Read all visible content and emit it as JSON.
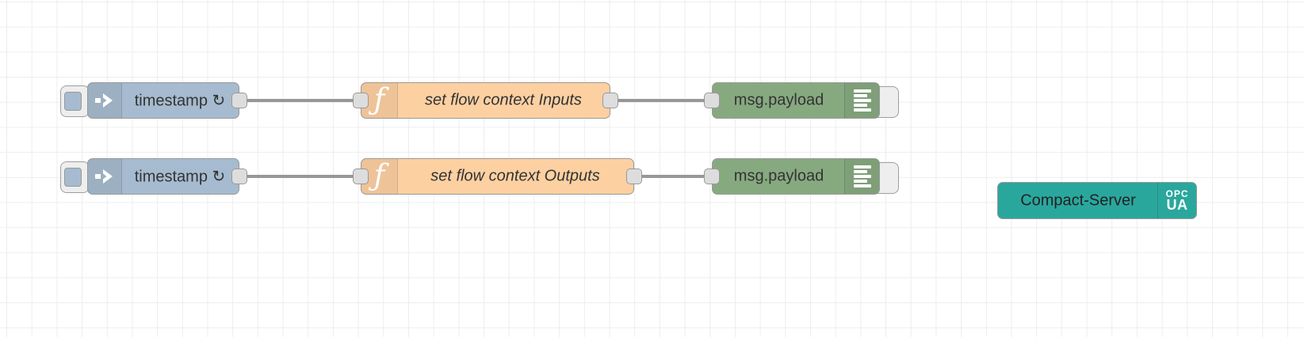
{
  "colors": {
    "canvas_bg": "#ffffff",
    "grid_line": "#ededed",
    "inject_fill": "#a6bbcf",
    "function_fill": "#fdd0a2",
    "debug_fill": "#87a980",
    "server_fill": "#2aa79d",
    "node_border": "#999999",
    "wire": "#979797",
    "port_fill": "#dddddd",
    "label_text": "#333333"
  },
  "nodes": {
    "inject1": {
      "type": "inject",
      "label": "timestamp",
      "repeat_icon": "↻"
    },
    "function1": {
      "type": "function",
      "label": "set flow context Inputs",
      "icon_glyph": "ƒ"
    },
    "debug1": {
      "type": "debug",
      "label": "msg.payload"
    },
    "inject2": {
      "type": "inject",
      "label": "timestamp",
      "repeat_icon": "↻"
    },
    "function2": {
      "type": "function",
      "label": "set flow context Outputs",
      "icon_glyph": "ƒ"
    },
    "debug2": {
      "type": "debug",
      "label": "msg.payload"
    },
    "server": {
      "type": "opcua-compact-server",
      "label": "Compact-Server",
      "badge_top": "OPC",
      "badge_bottom": "UA"
    }
  }
}
